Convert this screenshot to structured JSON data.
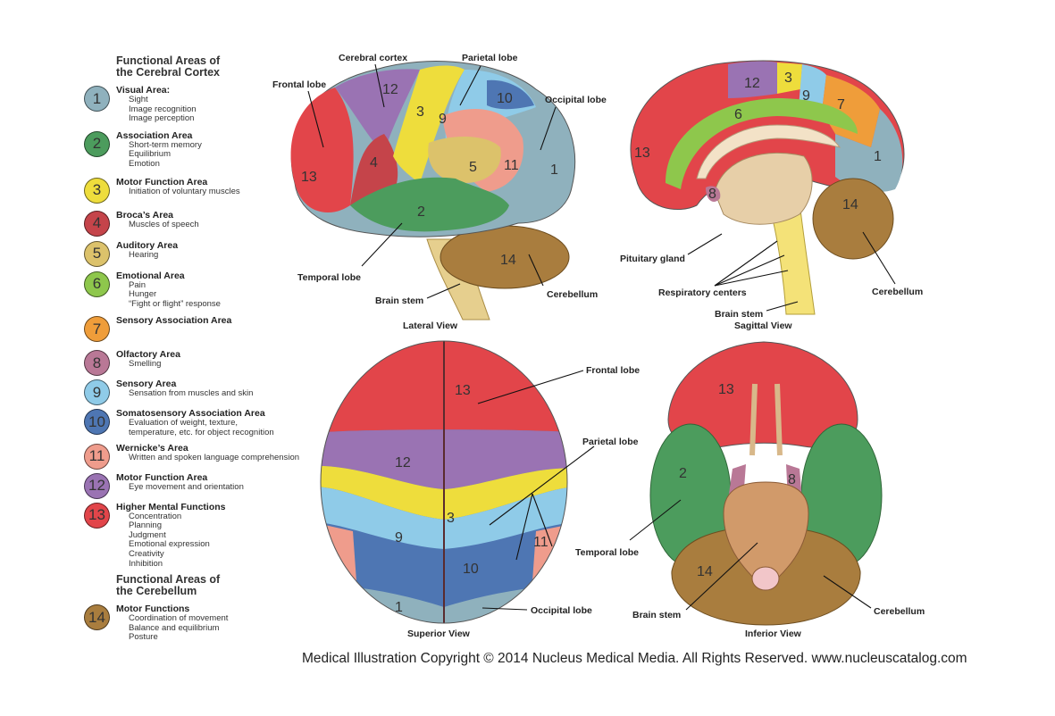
{
  "legend": {
    "cortex_heading_1": "Functional Areas of",
    "cortex_heading_2": "the Cerebral Cortex",
    "cerebellum_heading_1": "Functional Areas of",
    "cerebellum_heading_2": "the Cerebellum",
    "items": [
      {
        "num": "1",
        "title": "Visual Area:",
        "color": "#8fb1bd",
        "details": [
          "Sight",
          "Image recognition",
          "Image perception"
        ]
      },
      {
        "num": "2",
        "title": "Association Area",
        "color": "#4c9c5d",
        "details": [
          "Short-term memory",
          "Equilibrium",
          "Emotion"
        ]
      },
      {
        "num": "3",
        "title": "Motor Function Area",
        "color": "#eedd3c",
        "details": [
          "Initiation of voluntary muscles"
        ]
      },
      {
        "num": "4",
        "title": "Broca’s Area",
        "color": "#c5444a",
        "details": [
          "Muscles of speech"
        ]
      },
      {
        "num": "5",
        "title": "Auditory Area",
        "color": "#dcc26b",
        "details": [
          "Hearing"
        ]
      },
      {
        "num": "6",
        "title": "Emotional Area",
        "color": "#8ec74c",
        "details": [
          "Pain",
          "Hunger",
          "“Fight or flight” response"
        ]
      },
      {
        "num": "7",
        "title": "Sensory Association Area",
        "color": "#ef9d3a",
        "details": []
      },
      {
        "num": "8",
        "title": "Olfactory Area",
        "color": "#b97896",
        "details": [
          "Smelling"
        ]
      },
      {
        "num": "9",
        "title": "Sensory Area",
        "color": "#8fcbe8",
        "details": [
          "Sensation from muscles and skin"
        ]
      },
      {
        "num": "10",
        "title": "Somatosensory Association Area",
        "color": "#4e76b3",
        "details": [
          "Evaluation of weight, texture,",
          "temperature, etc. for object recognition"
        ]
      },
      {
        "num": "11",
        "title": "Wernicke’s Area",
        "color": "#ef9c8c",
        "details": [
          "Written and spoken language comprehension"
        ]
      },
      {
        "num": "12",
        "title": "Motor Function Area",
        "color": "#9a73b3",
        "details": [
          "Eye movement and orientation"
        ]
      },
      {
        "num": "13",
        "title": "Higher Mental Functions",
        "color": "#e2454a",
        "details": [
          "Concentration",
          "Planning",
          "Judgment",
          "Emotional expression",
          "Creativity",
          "Inhibition"
        ]
      },
      {
        "num": "14",
        "title": "Motor Functions",
        "color": "#a97d3e",
        "details": [
          "Coordination of movement",
          "Balance and equilibrium",
          "Posture"
        ]
      }
    ]
  },
  "lateral": {
    "view": "Lateral View",
    "frontal": "Frontal lobe",
    "cortex": "Cerebral cortex",
    "parietal": "Parietal lobe",
    "occipital": "Occipital lobe",
    "temporal": "Temporal lobe",
    "brainstem": "Brain stem",
    "cerebellum": "Cerebellum"
  },
  "sagittal": {
    "view": "Sagittal View",
    "pituitary": "Pituitary gland",
    "respiratory": "Respiratory centers",
    "brainstem": "Brain stem",
    "cerebellum": "Cerebellum"
  },
  "superior": {
    "view": "Superior View",
    "frontal": "Frontal lobe",
    "parietal": "Parietal lobe",
    "occipital": "Occipital lobe"
  },
  "inferior": {
    "view": "Inferior View",
    "temporal": "Temporal lobe",
    "brainstem": "Brain stem",
    "cerebellum": "Cerebellum"
  },
  "region_numbers": {
    "n1": "1",
    "n2": "2",
    "n3": "3",
    "n4": "4",
    "n5": "5",
    "n6": "6",
    "n7": "7",
    "n8": "8",
    "n9": "9",
    "n10": "10",
    "n11": "11",
    "n12": "12",
    "n13": "13",
    "n14": "14"
  },
  "copyright": "Medical Illustration Copyright © 2014 Nucleus Medical Media.  All Rights Reserved.  www.nucleuscatalog.com"
}
